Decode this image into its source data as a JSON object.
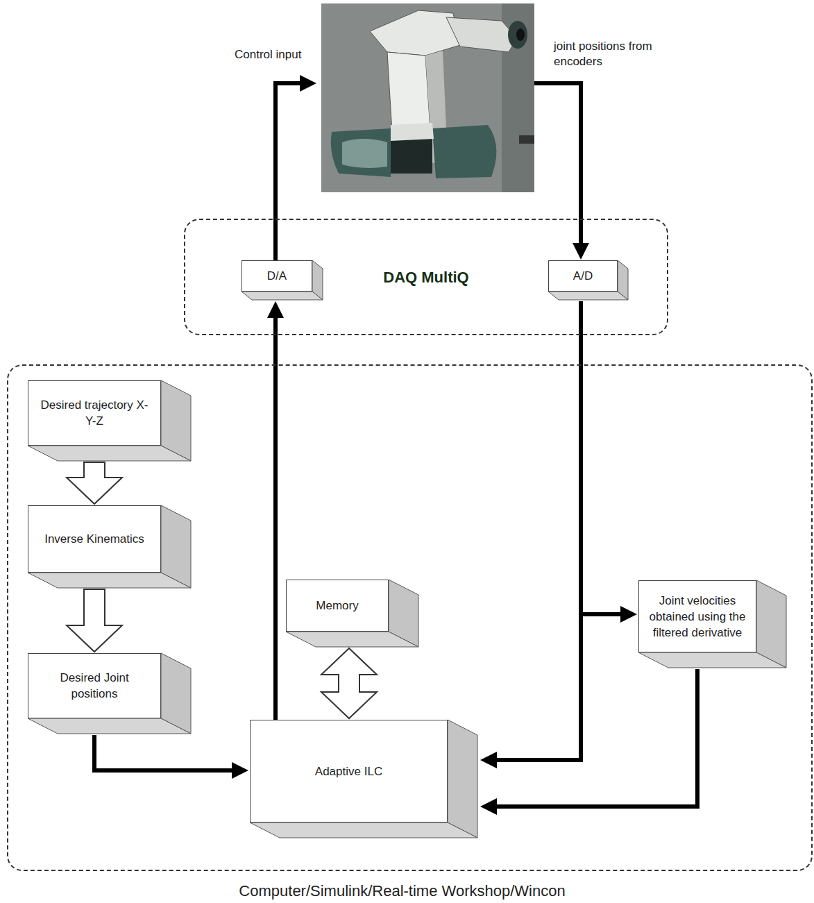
{
  "diagram": {
    "caption": "Computer/Simulink/Real-time Workshop/Wincon",
    "nodes": [
      {
        "text": [
          "DAQ MultiQ"
        ]
      },
      {
        "text": [
          "D/A"
        ],
        "in": 0
      },
      {
        "text": [
          "A/D"
        ],
        "in": 0
      },
      {
        "text": [
          "Computer/Simulink/Real-time Workshop/Wincon"
        ]
      },
      {
        "text": [
          "Desired trajectory X-Y-Z"
        ],
        "in": 3
      },
      {
        "text": [
          "Inverse Kinematics"
        ],
        "in": 3
      },
      {
        "text": [
          "Desired Joint positions"
        ],
        "in": 3
      },
      {
        "text": [
          "Memory"
        ],
        "in": 3
      },
      {
        "text": [
          "Adaptive ILC"
        ],
        "in": 3
      },
      {
        "text": [
          "Joint velocities obtained using the filtered derivative"
        ],
        "in": 3
      }
    ],
    "edges": [
      {
        "from": 4,
        "to": 5,
        "arrow": "to"
      },
      {
        "from": 5,
        "to": 6,
        "arrow": "to"
      },
      {
        "from": 6,
        "to": 8,
        "arrow": "to"
      },
      {
        "from": 7,
        "to": 8,
        "arrow": "both"
      },
      {
        "from": 8,
        "to": 1,
        "arrow": "to"
      },
      {
        "from": 2,
        "to": 8,
        "arrow": "to"
      },
      {
        "from": 2,
        "to": 9,
        "arrow": "to"
      },
      {
        "from": 9,
        "to": 8,
        "arrow": "to"
      }
    ],
    "labels": [
      "Control input",
      "joint positions from encoders"
    ]
  }
}
